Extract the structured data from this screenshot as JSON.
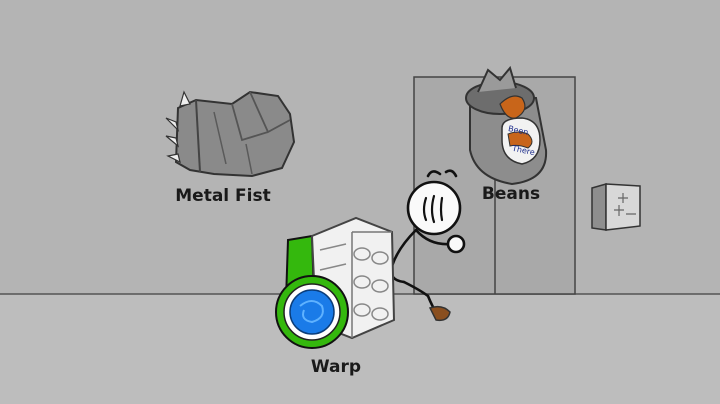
{
  "choices": {
    "metal_fist": {
      "label": "Metal Fist"
    },
    "beans": {
      "label": "Beans",
      "can_text_line1": "Been",
      "can_text_line2": "There"
    },
    "warp": {
      "label": "Warp"
    }
  },
  "colors": {
    "wall": "#b4b4b4",
    "floor": "#bdbdbd",
    "warp_green": "#34b80d",
    "warp_blue": "#1a7be8",
    "beans_orange": "#c8651a",
    "outline": "#333333"
  }
}
